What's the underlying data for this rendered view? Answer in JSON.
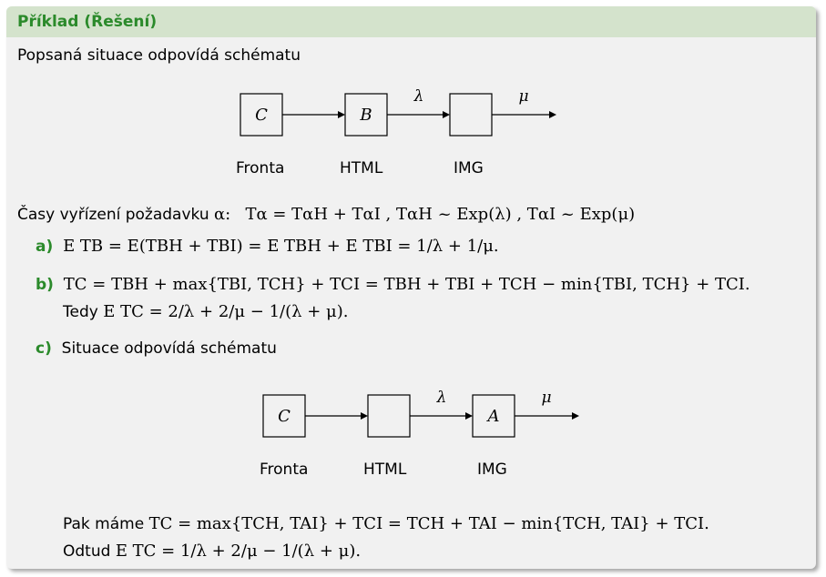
{
  "title": "Příklad (Řešení)",
  "intro": "Popsaná situace odpovídá schématu",
  "diagram1": {
    "box_labels": [
      "C",
      "B",
      ""
    ],
    "lambda": "λ",
    "mu": "μ",
    "captions": [
      "Fronta",
      "HTML",
      "IMG"
    ]
  },
  "times_label": "Časy vyřízení požadavku",
  "alpha": "α:",
  "formula_times": "Tα = TαH + TαI ,      TαH ~ Exp(λ) ,   TαI ~ Exp(μ)",
  "item_a": {
    "label": "a)",
    "formula": "E TB = E(TBH + TBI) = E TBH + E TBI = 1/λ + 1/μ."
  },
  "item_b": {
    "label": "b)",
    "formula": "TC = TBH + max{TBI, TCH} + TCI = TBH + TBI + TCH − min{TBI, TCH} + TCI.",
    "tedy": "Tedy",
    "result": "E TC = 2/λ + 2/μ − 1/(λ + μ)."
  },
  "item_c": {
    "label": "c)",
    "text": "Situace odpovídá schématu"
  },
  "diagram2": {
    "box_labels": [
      "C",
      "",
      "A"
    ],
    "lambda": "λ",
    "mu": "μ",
    "captions": [
      "Fronta",
      "HTML",
      "IMG"
    ]
  },
  "pak": {
    "prefix": "Pak máme",
    "formula": "TC = max{TCH, TAI} + TCI = TCH + TAI − min{TCH, TAI} + TCI."
  },
  "odtud": {
    "prefix": "Odtud",
    "formula": "E TC = 1/λ + 2/μ − 1/(λ + μ)."
  },
  "colors": {
    "accent": "#2b8a2b",
    "header_bg": "#d4e3cc",
    "body_bg": "#f1f1f1"
  }
}
